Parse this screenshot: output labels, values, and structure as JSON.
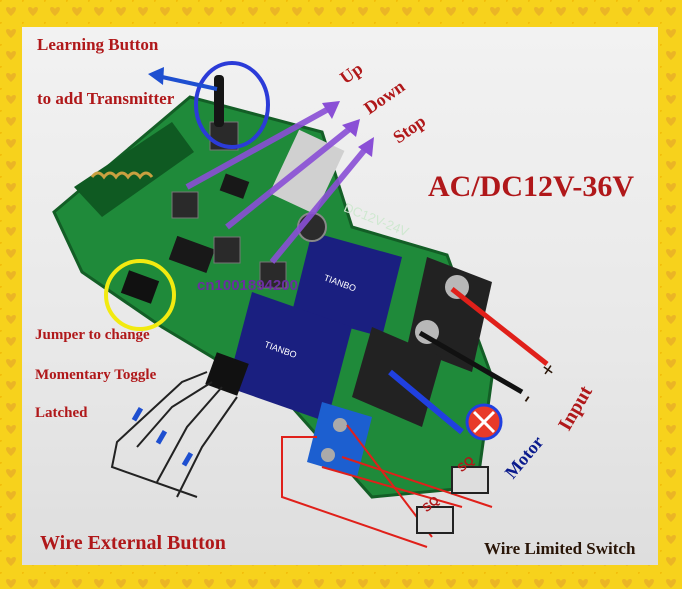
{
  "labels": {
    "learning_1": "Learning Button",
    "learning_2": "to add Transmitter",
    "up": "Up",
    "down": "Down",
    "stop": "Stop",
    "voltage": "AC/DC12V-36V",
    "watermark": "cn1001894200",
    "pcb_voltage": "DC12V-24V",
    "jumper_1": "Jumper to change",
    "jumper_2": "Momentary Toggle",
    "jumper_3": "Latched",
    "minus": "-",
    "plus": "+",
    "input": "Input",
    "motor": "Motor",
    "sq1": "SQ",
    "sq2": "SQ",
    "wire_external": "Wire External Button",
    "wire_limited": "Wire Limited Switch"
  },
  "colors": {
    "frame": "#f7d21c",
    "pcb": "#1f8a3a",
    "arrow_purple": "#8a4fd6",
    "arrow_blue": "#1e4fd0",
    "ring_blue": "#2b3bd8",
    "ring_yellow": "#f2ea10",
    "wire_red": "#e0201a",
    "wire_black": "#111111",
    "wire_blue": "#2040e0"
  }
}
